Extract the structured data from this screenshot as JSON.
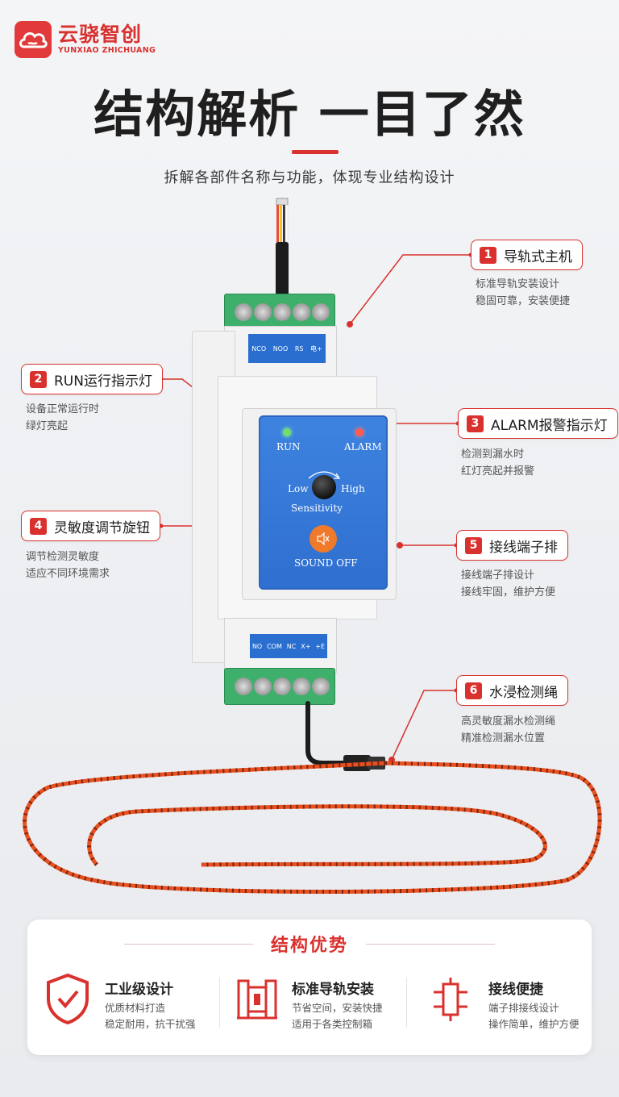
{
  "brand": {
    "name_cn": "云骁智创",
    "name_en": "YUNXIAO ZHICHUANG"
  },
  "headline": {
    "title": "结构解析 一目了然",
    "subtitle": "拆解各部件名称与功能，体现专业结构设计"
  },
  "callouts": [
    {
      "num": "1",
      "label": "导轨式主机",
      "desc": [
        "标准导轨安装设计",
        "稳固可靠，安装便捷"
      ]
    },
    {
      "num": "2",
      "label": "RUN运行指示灯",
      "desc": [
        "设备正常运行时",
        "绿灯亮起"
      ]
    },
    {
      "num": "3",
      "label": "ALARM报警指示灯",
      "desc": [
        "检测到漏水时",
        "红灯亮起并报警"
      ]
    },
    {
      "num": "4",
      "label": "灵敏度调节旋钮",
      "desc": [
        "调节检测灵敏度",
        "适应不同环境需求"
      ]
    },
    {
      "num": "5",
      "label": "接线端子排",
      "desc": [
        "接线端子排设计",
        "接线牢固，维护方便"
      ]
    },
    {
      "num": "6",
      "label": "水浸检测绳",
      "desc": [
        "高灵敏度漏水检测绳",
        "精准检测漏水位置"
      ]
    }
  ],
  "device": {
    "run": "RUN",
    "alarm": "ALARM",
    "low": "Low",
    "high": "High",
    "sensitivity": "Sensitivity",
    "sound_off": "SOUND OFF",
    "top_terms": [
      "NCO",
      "NOO",
      "RS",
      "电+"
    ],
    "bottom_terms": [
      "NO",
      "COM",
      "NC",
      "X+",
      "+E"
    ]
  },
  "advantages": {
    "title": "结构优势",
    "items": [
      {
        "icon": "shield-check-icon",
        "title": "工业级设计",
        "desc": [
          "优质材料打造",
          "稳定耐用，抗干扰强"
        ]
      },
      {
        "icon": "din-rail-icon",
        "title": "标准导轨安装",
        "desc": [
          "节省空间，安装快捷",
          "适用于各类控制箱"
        ]
      },
      {
        "icon": "terminal-connector-icon",
        "title": "接线便捷",
        "desc": [
          "端子排接线设计",
          "操作简单，维护方便"
        ]
      }
    ]
  },
  "colors": {
    "accent": "#d9322e",
    "panel_blue": "#2f6fcf",
    "terminal_green": "#3eb06b",
    "rope_orange": "#e8501f"
  }
}
